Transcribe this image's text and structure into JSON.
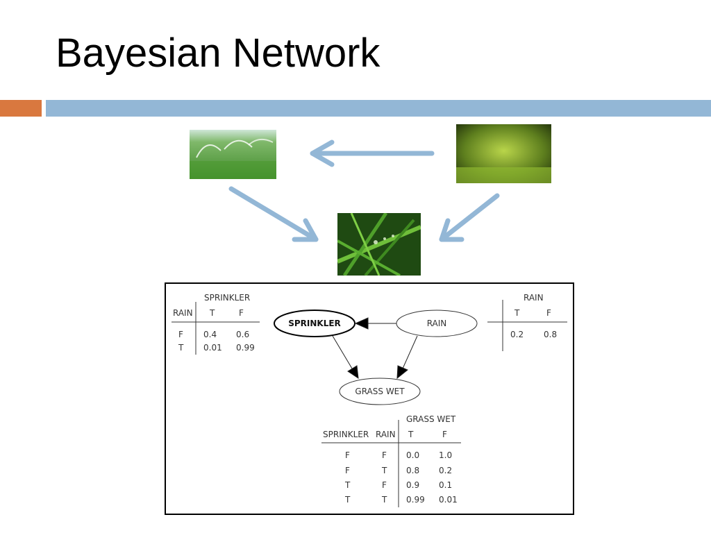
{
  "title": "Bayesian Network",
  "colors": {
    "accent_orange": "#d9783f",
    "accent_blue": "#93b7d6",
    "arrow": "#93b7d6"
  },
  "images": {
    "sprinkler": "sprinkler-on-lawn-photo",
    "rain": "rain-on-grass-photo",
    "wet_grass": "wet-grass-blades-photo"
  },
  "network": {
    "nodes": {
      "sprinkler": "SPRINKLER",
      "rain": "RAIN",
      "grass_wet": "GRASS WET"
    },
    "sprinkler_cpt": {
      "header": "SPRINKLER",
      "parent": "RAIN",
      "cols": [
        "T",
        "F"
      ],
      "rows": [
        {
          "rain": "F",
          "t": "0.4",
          "f": "0.6"
        },
        {
          "rain": "T",
          "t": "0.01",
          "f": "0.99"
        }
      ]
    },
    "rain_cpt": {
      "header": "RAIN",
      "cols": [
        "T",
        "F"
      ],
      "values": [
        "0.2",
        "0.8"
      ]
    },
    "grass_cpt": {
      "header": "GRASS WET",
      "parents": [
        "SPRINKLER",
        "RAIN"
      ],
      "cols": [
        "T",
        "F"
      ],
      "rows": [
        {
          "sprinkler": "F",
          "rain": "F",
          "t": "0.0",
          "f": "1.0"
        },
        {
          "sprinkler": "F",
          "rain": "T",
          "t": "0.8",
          "f": "0.2"
        },
        {
          "sprinkler": "T",
          "rain": "F",
          "t": "0.9",
          "f": "0.1"
        },
        {
          "sprinkler": "T",
          "rain": "T",
          "t": "0.99",
          "f": "0.01"
        }
      ]
    }
  }
}
